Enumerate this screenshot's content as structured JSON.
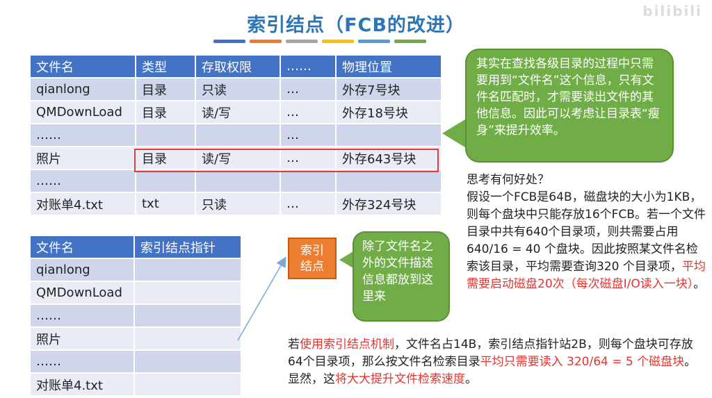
{
  "title": "索引结点（FCB的改进）",
  "title_bar_colors": [
    "#4472c4",
    "#ed7d31",
    "#a5a5a5",
    "#ffc000",
    "#5b9bd5",
    "#70ad47"
  ],
  "fcb_table": {
    "headers": [
      "文件名",
      "类型",
      "存取权限",
      "……",
      "物理位置"
    ],
    "rows": [
      [
        "qianlong",
        "目录",
        "只读",
        "…",
        "外存7号块"
      ],
      [
        "QMDownLoad",
        "目录",
        "读/写",
        "…",
        "外存18号块"
      ],
      [
        "……",
        "",
        "",
        "…",
        ""
      ],
      [
        "照片",
        "目录",
        "读/写",
        "…",
        "外存643号块"
      ],
      [
        "……",
        "",
        "",
        "",
        ""
      ],
      [
        "对账单4.txt",
        "txt",
        "只读",
        "…",
        "外存324号块"
      ]
    ]
  },
  "index_table": {
    "headers": [
      "文件名",
      "索引结点指针"
    ],
    "rows": [
      [
        "qianlong",
        ""
      ],
      [
        "QMDownLoad",
        ""
      ],
      [
        "……",
        ""
      ],
      [
        "照片",
        ""
      ],
      [
        "……",
        ""
      ],
      [
        "对账单4.txt",
        ""
      ]
    ]
  },
  "callout1": "其实在查找各级目录的过程中只需要用到“文件名”这个信息，只有文件名匹配时，才需要读出文件的其他信息。因此可以考虑让目录表“瘦身”来提升效率。",
  "index_node_label_1": "索引",
  "index_node_label_2": "结点",
  "callout2": "除了文件名之外的文件描述信息都放到这里来",
  "think": {
    "title": "思考有何好处？",
    "body": "假设一个FCB是64B，磁盘块的大小为1KB，则每个盘块中只能存放16个FCB。若一个文件目录中共有640个目录项，则共需要占用640/16 = 40 个盘块。因此按照某文件名检索该目录，平均需要查询320 个目录项，",
    "red": "平均需要启动磁盘20次（每次磁盘I/O读入一块）",
    "end": "。"
  },
  "bottom": {
    "p1": "若",
    "p2_red": "使用索引结点机制",
    "p3": "，文件名占14B，索引结点指针站2B，则每个盘块可存放64个目录项，那么按文件名检索目录",
    "p4_red": "平均只需要读入 320/64 = 5 个磁盘块",
    "p5": "。显然，这",
    "p6_red": "将大大提升文件检索速度",
    "p7": "。"
  },
  "watermark": "bilibili",
  "colors": {
    "header_blue": "#4472c4",
    "row_odd": "#cfd5ea",
    "row_even": "#e9ebf5",
    "callout_green": "#71ad47",
    "node_orange": "#ed7d31",
    "highlight_red": "#e23b3b",
    "emphasis_red": "#e0362f"
  }
}
